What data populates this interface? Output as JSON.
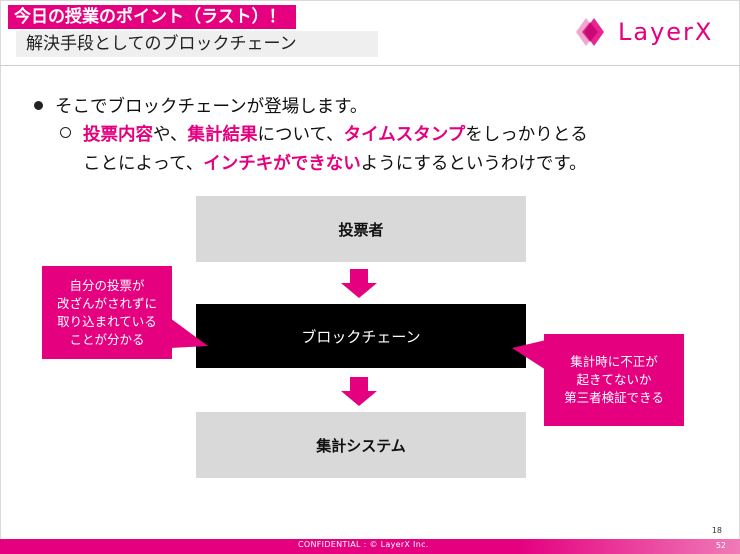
{
  "header": {
    "title": "今日の授業のポイント（ラスト）！",
    "subtitle": "解決手段としてのブロックチェーン"
  },
  "logo": {
    "text": "LayerX",
    "icon": "layerx-logo-icon",
    "color": "#e4007f"
  },
  "bullets": {
    "main": "そこでブロックチェーンが登場します。",
    "sub": {
      "h1": "投票内容",
      "t1": "や、",
      "h2": "集計結果",
      "t2": "について、",
      "h3": "タイムスタンプ",
      "t3": "をしっかりとる",
      "t4": "ことによって、",
      "h4": "インチキができない",
      "t5": "ようにするというわけです。"
    }
  },
  "diagram": {
    "box_voter": "投票者",
    "box_chain": "ブロックチェーン",
    "box_count": "集計システム",
    "callout_left": [
      "自分の投票が",
      "改ざんがされずに",
      "取り込まれている",
      "ことが分かる"
    ],
    "callout_right": [
      "集計時に不正が",
      "起きてないか",
      "第三者検証できる"
    ]
  },
  "footer": {
    "confidential": "CONFIDENTIAL : © LayerX Inc.",
    "page_number": "18",
    "slide_number": "52"
  },
  "colors": {
    "accent": "#e4007f",
    "box_gray": "#d9d9d9",
    "box_dark": "#000000"
  }
}
